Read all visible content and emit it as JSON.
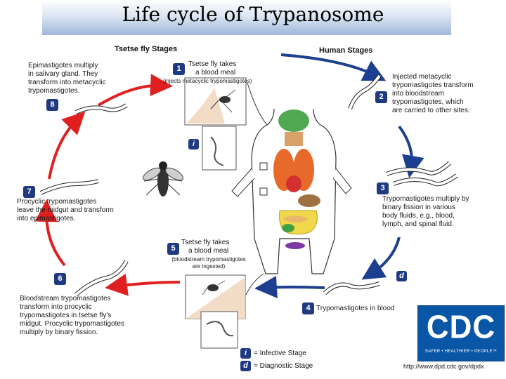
{
  "title": "Life cycle of Trypanosome",
  "tsetse_head": "Tsetse fly Stages",
  "human_head": "Human Stages",
  "steps": {
    "s1": {
      "num": "1",
      "line1": "Tsetse fly takes",
      "line2": "a blood meal",
      "note": "(injects metacyclic trypomastigotes)"
    },
    "s2": {
      "num": "2",
      "text": [
        "Injected metacyclic",
        "trypomastigotes transform",
        "into bloodstream",
        "trypomastigotes, which",
        "are carried to other sites."
      ]
    },
    "s3": {
      "num": "3",
      "text": [
        "Trypomastigotes multiply by",
        "binary fission in various",
        "body fluids, e.g., blood,",
        "lymph, and spinal fluid."
      ]
    },
    "s4": {
      "num": "4",
      "text": "Trypomastigotes in blood"
    },
    "s5": {
      "num": "5",
      "line1": "Tsetse fly takes",
      "line2": "a blood meal",
      "note1": "(bloodstream trypomastigotes",
      "note2": "are ingested)"
    },
    "s6": {
      "num": "6",
      "text": [
        "Bloodstream trypomastigotes",
        "transform into procyclic",
        "trypomastigotes in tsetse fly's",
        "midgut. Procyclic trypomastigotes",
        "multiply by binary fission."
      ]
    },
    "s7": {
      "num": "7",
      "text": [
        "Procyclic trypomastigotes",
        "leave the midgut and transform",
        "into epimastigotes."
      ]
    },
    "s8": {
      "num": "8",
      "text": [
        "Epimastigotes multiply",
        "in salivary gland. They",
        "transform into metacyclic",
        "trypomastigotes."
      ]
    }
  },
  "legend": {
    "infective_symbol": "i",
    "infective_label": "= Infective Stage",
    "diagnostic_symbol": "d",
    "diagnostic_label": "= Diagnostic Stage"
  },
  "logo": {
    "letters": "CDC",
    "tagline": "SAFER • HEALTHIER • PEOPLE™"
  },
  "url": "http://www.dpd.cdc.gov/dpdx",
  "colors": {
    "tsetse_arrow": "#e02020",
    "human_arrow": "#1d3f8f",
    "badge": "#1f3a80",
    "cdc_blue": "#0a56a6"
  }
}
